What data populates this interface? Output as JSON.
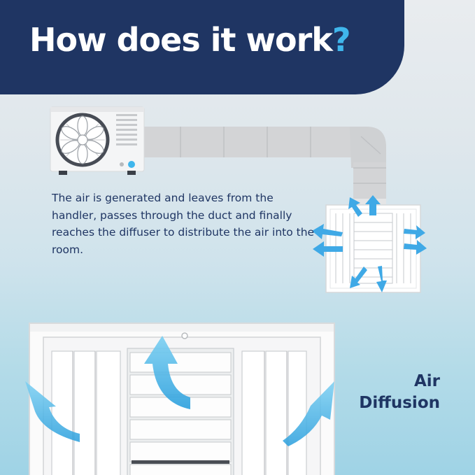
{
  "header": {
    "title": "How does it work",
    "title_mark": "?"
  },
  "description": "The air is generated and leaves from the handler, passes through the duct and finally reaches the diffuser to distribute the air into the room.",
  "callout": {
    "line1": "Air",
    "line2": "Diffusion"
  },
  "colors": {
    "navy": "#1f3563",
    "accent_blue": "#3fb6ec"
  },
  "icons": [
    "air-handler-icon",
    "fan-icon",
    "duct-icon",
    "diffuser-icon",
    "airflow-arrow-icon"
  ]
}
